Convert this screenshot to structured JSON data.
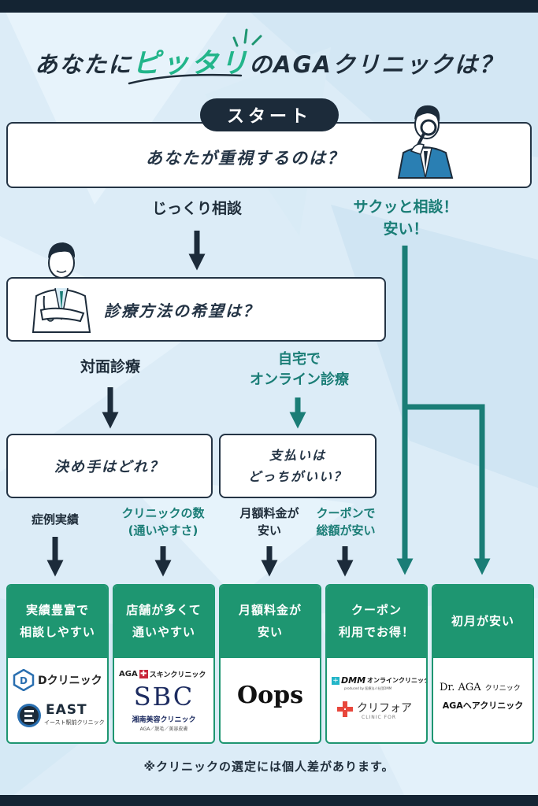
{
  "title": {
    "prefix": "あなたに",
    "accent": "ピッタリ",
    "suffix": "のAGAクリニックは？"
  },
  "start_label": "スタート",
  "q1": "あなたが重視するのは？",
  "branch_consult": "じっくり相談",
  "branch_quick": {
    "line1": "サクッと相談！",
    "line2": "安い！"
  },
  "q2": "診療方法の希望は？",
  "branch_inperson": "対面診療",
  "branch_online": {
    "line1": "自宅で",
    "line2": "オンライン診療"
  },
  "q3": "決め手はどれ？",
  "q4": {
    "line1": "支払いは",
    "line2": "どっちがいい？"
  },
  "opt_record": "症例実績",
  "opt_clinics": {
    "line1": "クリニックの数",
    "line2": "(通いやすさ)"
  },
  "opt_monthly": {
    "line1": "月額料金が",
    "line2": "安い"
  },
  "opt_coupon": {
    "line1": "クーポンで",
    "line2": "総額が安い"
  },
  "results": [
    {
      "line1": "実績豊富で",
      "line2": "相談しやすい",
      "logos": [
        "Dクリニック",
        "EAST",
        "イースト駅前クリニック"
      ]
    },
    {
      "line1": "店舗が多くて",
      "line2": "通いやすい",
      "logos": [
        "AGA",
        "スキンクリニック",
        "SBC",
        "湘南美容クリニック",
        "AGA／脱毛／美容皮膚"
      ]
    },
    {
      "line1": "月額料金が",
      "line2": "安い",
      "logos": [
        "Oops"
      ]
    },
    {
      "line1": "クーポン",
      "line2": "利用でお得！",
      "logos": [
        "DMM",
        "オンラインクリニック",
        "produced by 医療法人社団DMM",
        "クリフォア",
        "CLINIC FOR"
      ]
    },
    {
      "line1": "初月が安い",
      "line2": "",
      "logos": [
        "Dr. AGA",
        "クリニック",
        "AGAヘアクリニック"
      ]
    }
  ],
  "note": "※クリニックの選定には個人差があります。",
  "colors": {
    "dark": "#1c2b3a",
    "teal": "#1a7d76",
    "green": "#1e9671",
    "bg": "#dff0fa"
  }
}
